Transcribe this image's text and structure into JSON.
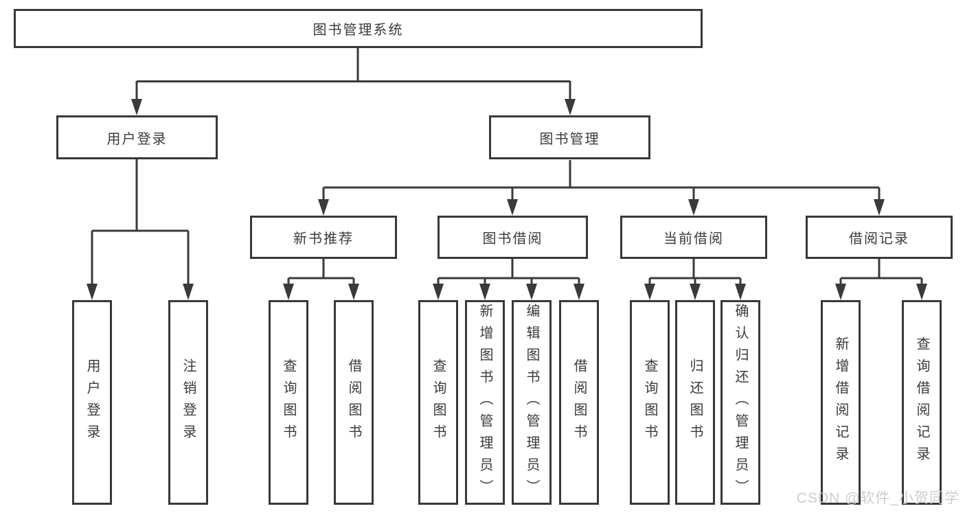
{
  "nodes": {
    "root": {
      "label": "图书管理系统"
    },
    "level2": [
      {
        "label": "用户登录"
      },
      {
        "label": "图书管理"
      }
    ],
    "level3": [
      {
        "label": "新书推荐",
        "parent": "图书管理"
      },
      {
        "label": "图书借阅",
        "parent": "图书管理"
      },
      {
        "label": "当前借阅",
        "parent": "图书管理"
      },
      {
        "label": "借阅记录",
        "parent": "图书管理"
      }
    ],
    "leaves": [
      {
        "label": "用户登录",
        "parent": "用户登录"
      },
      {
        "label": "注销登录",
        "parent": "用户登录"
      },
      {
        "label": "查询图书",
        "parent": "新书推荐"
      },
      {
        "label": "借阅图书",
        "parent": "新书推荐"
      },
      {
        "label": "查询图书",
        "parent": "图书借阅"
      },
      {
        "label": "新增图书（管理员）",
        "parent": "图书借阅"
      },
      {
        "label": "编辑图书（管理员）",
        "parent": "图书借阅"
      },
      {
        "label": "借阅图书",
        "parent": "图书借阅"
      },
      {
        "label": "查询图书",
        "parent": "当前借阅"
      },
      {
        "label": "归还图书",
        "parent": "当前借阅"
      },
      {
        "label": "确认归还（管理员）",
        "parent": "当前借阅"
      },
      {
        "label": "新增借阅记录",
        "parent": "借阅记录"
      },
      {
        "label": "查询借阅记录",
        "parent": "借阅记录"
      }
    ]
  },
  "watermark": {
    "text": "CSDN @软件_小贺同学"
  },
  "colors": {
    "line": "#3a3a3a",
    "border": "#383838",
    "text": "#3a3a3a",
    "background": "#ffffff",
    "watermark": "#c9c9c9"
  }
}
